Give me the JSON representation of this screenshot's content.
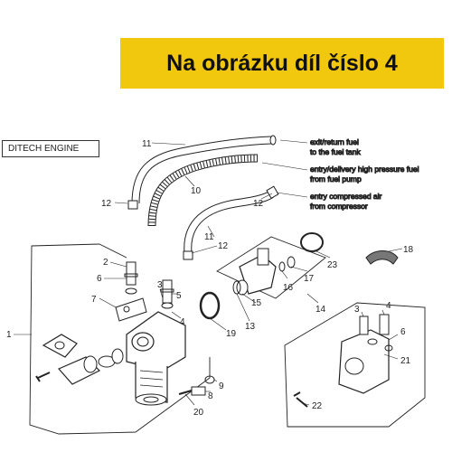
{
  "banner": {
    "text": "Na obrázku díl číslo 4",
    "color": "#f2c80f"
  },
  "diagram": {
    "engine_label": "DITECH ENGINE",
    "annotations": [
      {
        "id": "a1",
        "lines": [
          "exit/return fuel",
          "to the fuel tank"
        ]
      },
      {
        "id": "a2",
        "lines": [
          "entry/delivery high pressure fuel",
          "from fuel pump"
        ]
      },
      {
        "id": "a3",
        "lines": [
          "entry compressed air",
          "from compressor"
        ]
      }
    ],
    "callouts": [
      "11",
      "10",
      "12",
      "12",
      "11",
      "12",
      "2",
      "6",
      "7",
      "1",
      "3",
      "5",
      "4",
      "19",
      "13",
      "15",
      "16",
      "17",
      "23",
      "14",
      "18",
      "9",
      "8",
      "20",
      "4",
      "3",
      "6",
      "21",
      "22"
    ]
  }
}
